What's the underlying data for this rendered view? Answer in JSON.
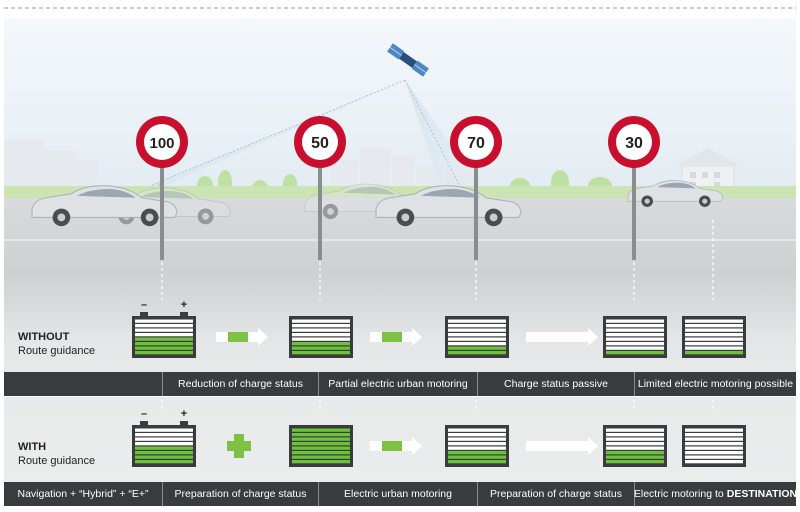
{
  "speed_signs": [
    "100",
    "50",
    "70",
    "30"
  ],
  "rows": [
    {
      "title": "WITHOUT",
      "subtitle": "Route guidance",
      "battery_levels": [
        0.45,
        0.35,
        0.25,
        0.15,
        0.15
      ],
      "arrows": [
        "green",
        "green",
        "white"
      ],
      "steps": [
        "",
        "Reduction of charge status",
        "Partial electric urban motoring",
        "Charge status passive",
        "Limited electric motoring possible"
      ]
    },
    {
      "title": "WITH",
      "subtitle": "Route guidance",
      "battery_levels": [
        0.45,
        1.0,
        0.35,
        0.35,
        0.0
      ],
      "arrows": [
        "plus",
        "green",
        "white"
      ],
      "steps": [
        "Navigation + “Hybrid” + “E+”",
        "Preparation of charge status",
        "Electric urban motoring",
        "Preparation of charge status",
        "Electric motoring to"
      ],
      "final_emphasis": "DESTINATION"
    }
  ],
  "battery_terminals": [
    "–",
    "+"
  ],
  "colors": {
    "battery_green": "#6cc23a",
    "battery_dark": "#3a3b3e",
    "bar_dark": "#3a3b3e",
    "sign_red": "#c8102e",
    "arrow_green": "#7dc242",
    "panel_grey": "#e8e9ea"
  }
}
